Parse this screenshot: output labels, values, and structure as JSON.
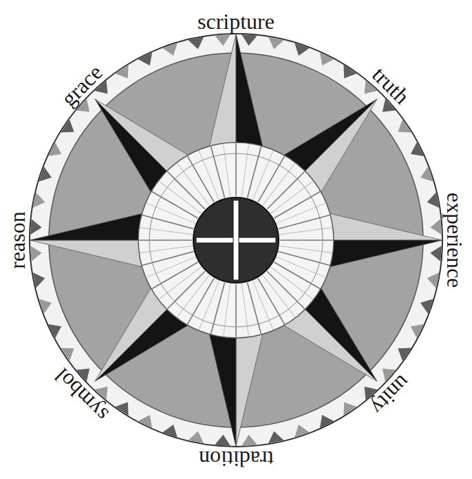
{
  "diagram": {
    "labels": [
      "scripture",
      "truth",
      "experience",
      "unity",
      "tradition",
      "symbol",
      "reason",
      "grace"
    ]
  }
}
